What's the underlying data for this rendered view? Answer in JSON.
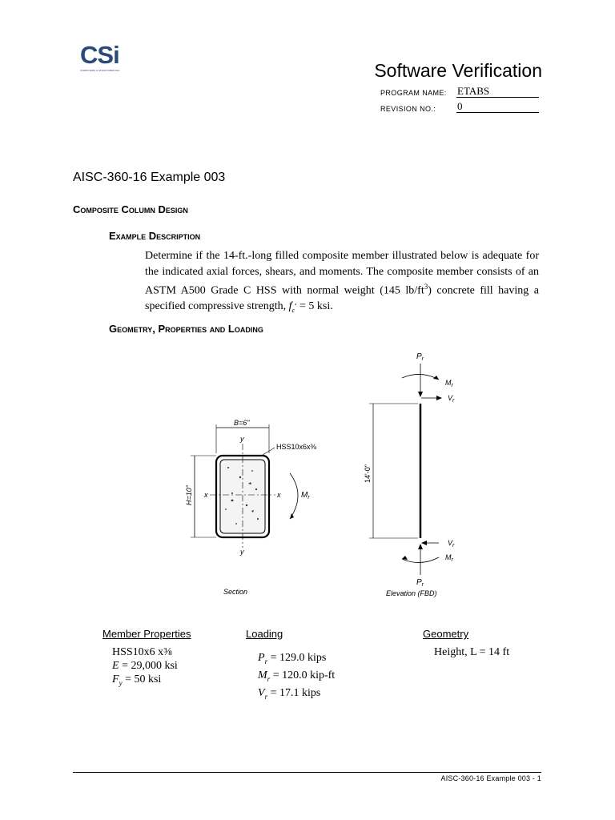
{
  "logo": {
    "letters": "CSi",
    "tagline": "COMPUTERS & STRUCTURES INC."
  },
  "header": {
    "title": "Software Verification",
    "program_label": "PROGRAM NAME:",
    "program_value": "ETABS",
    "revision_label": "REVISION NO.:",
    "revision_value": "0"
  },
  "example_title": "AISC-360-16 Example 003",
  "section_heading": "Composite Column Design",
  "example_description": {
    "heading": "Example Description",
    "text_before": "Determine if the 14-ft.-long filled composite member illustrated below is adequate for the indicated axial forces, shears, and moments. The composite member consists of an ASTM A500 Grade C HSS with normal weight (145 lb/ft",
    "superscript": "3",
    "text_middle": ") concrete fill having a specified compressive strength, ",
    "fc_symbol": "f",
    "fc_sub": "c",
    "fc_prime": "′",
    "text_after": " = 5 ksi."
  },
  "geometry_heading": "Geometry, Properties and Loading",
  "figure": {
    "section": {
      "width_label": "B=6\"",
      "height_label": "H=10\"",
      "hss_label": "HSS10x6x⅜",
      "axis_y": "y",
      "axis_x": "x",
      "moment_label": "M",
      "moment_sub": "r",
      "caption": "Section"
    },
    "elevation": {
      "p_label": "P",
      "p_sub": "r",
      "m_label": "M",
      "m_sub": "r",
      "v_label": "V",
      "v_sub": "r",
      "length_label": "14'-0\"",
      "caption": "Elevation (FBD)"
    }
  },
  "member_properties": {
    "heading": "Member Properties",
    "section": "HSS10x6 x⅜",
    "e_symbol": "E",
    "e_value": " = 29,000 ksi",
    "fy_symbol": "F",
    "fy_sub": "y",
    "fy_value": " = 50 ksi"
  },
  "loading": {
    "heading": "Loading",
    "p_symbol": "P",
    "p_sub": "r",
    "p_value": " = 129.0 kips",
    "m_symbol": "M",
    "m_sub": "r",
    "m_value": " = 120.0 kip-ft",
    "v_symbol": "V",
    "v_sub": "r",
    "v_value": " = 17.1 kips"
  },
  "geometry": {
    "heading": "Geometry",
    "height": "Height, L = 14 ft"
  },
  "footer": "AISC-360-16 Example 003 - 1",
  "colors": {
    "logo": "#2a4a7a",
    "text": "#000000"
  }
}
